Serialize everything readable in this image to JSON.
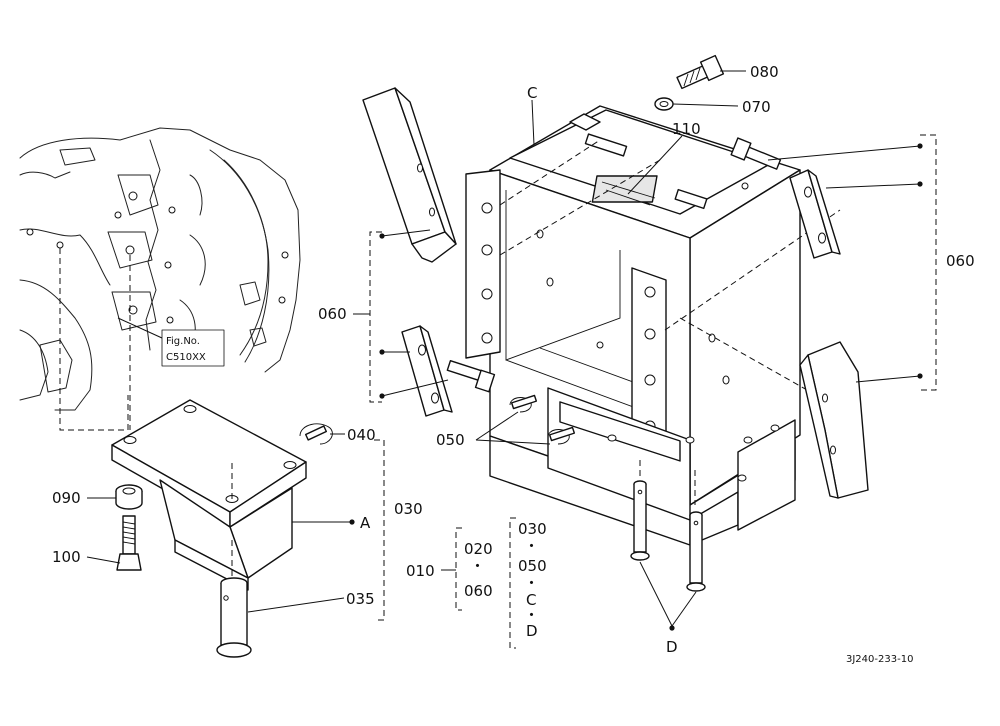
{
  "labels": {
    "c": "C",
    "p080": "080",
    "p070": "070",
    "p110": "110",
    "p060_left": "060",
    "p060_right": "060",
    "p050": "050",
    "p040": "040",
    "p030": "030",
    "a": "A",
    "p090": "090",
    "p100": "100",
    "p035": "035",
    "p010": "010",
    "p020": "020",
    "p060_group": "060",
    "p030_group": "030",
    "p050_group": "050",
    "c_group": "C",
    "d_group": "D",
    "d": "D",
    "dot_020_060": "・",
    "dot_030_050": "・",
    "dot_050_c": "・",
    "dot_c_d": "・"
  },
  "figure_ref": {
    "line1": "Fig.No.",
    "line2": "C510XX"
  },
  "drawing_number": "3J240-233-10"
}
